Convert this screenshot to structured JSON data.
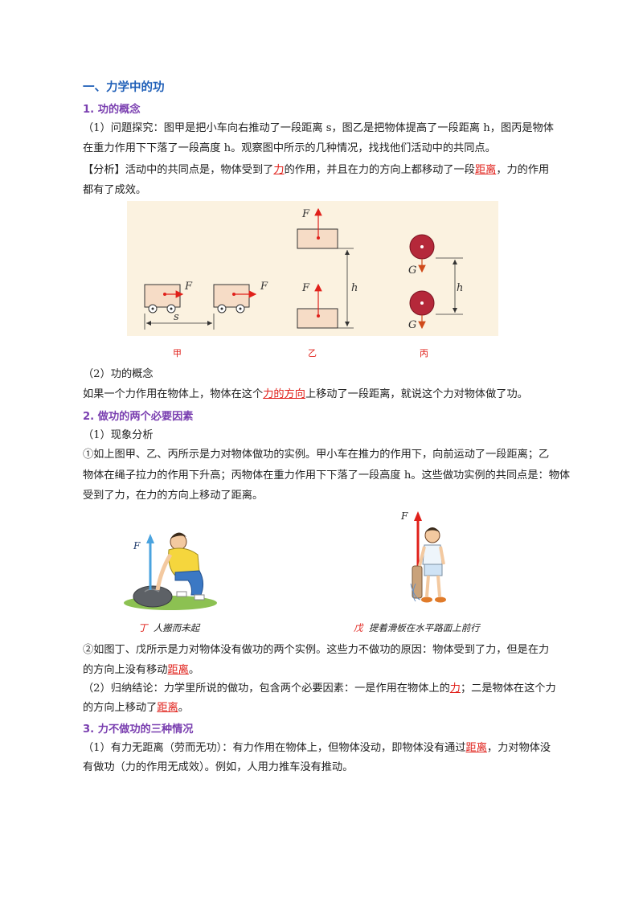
{
  "section_title": "一、力学中的功",
  "s1": {
    "heading": "1. 功的概念",
    "p1_line1": "（1）问题探究：图甲是把小车向右推动了一段距离 s，图乙是把物体提高了一段距离 h，图丙是物体",
    "p1_line2": "在重力作用下下落了一段高度 h。观察图中所示的几种情况，找找他们活动中的共同点。",
    "analysis_pre": "【分析】活动中的共同点是，物体受到了",
    "analysis_ans1": "力",
    "analysis_mid": "的作用，并且在力的方向上都移动了一段",
    "analysis_ans2": "距离",
    "analysis_post": "，力的作用",
    "analysis_line2": "都有了成效。",
    "fig_labels": {
      "F": "F",
      "s": "s",
      "h": "h",
      "G": "G"
    },
    "captions": [
      "甲",
      "乙",
      "丙"
    ],
    "p2": "（2）功的概念",
    "def_pre": "如果一个力作用在物体上，物体在这个",
    "def_ans": "力的方向",
    "def_post": "上移动了一段距离，就说这个力对物体做了功。"
  },
  "s2": {
    "heading": "2. 做功的两个必要因素",
    "p1": "（1）现象分析",
    "p1a_line1": "①如上图甲、乙、丙所示是力对物体做功的实例。甲小车在推力的作用下，向前运动了一段距离；乙",
    "p1a_line2": "物体在绳子拉力的作用下升高；丙物体在重力作用下下落了一段高度 h。这些做功实例的共同点是：物体",
    "p1a_line3": "受到了力，在力的方向上移动了距离。",
    "cap_ding_label": "丁",
    "cap_ding_text": "人搬而未起",
    "cap_wu_label": "戊",
    "cap_wu_text": "提着滑板在水平路面上前行",
    "p1b_line1": "②如图丁、戊所示是力对物体没有做功的两个实例。这些力不做功的原因：物体受到了力，但是在力",
    "p1b_pre": "的方向上没有移动",
    "p1b_ans": "距离",
    "p1b_post": "。",
    "p2_pre": "（2）归纳结论：力学里所说的做功，包含两个必要因素：一是作用在物体上的",
    "p2_ans1": "力",
    "p2_mid": "；二是物体在这个力",
    "p2_line2_pre": "的方向上移动了",
    "p2_ans2": "距离",
    "p2_line2_post": "。"
  },
  "s3": {
    "heading": "3. 力不做功的三种情况",
    "p1_pre": "（1）有力无距离（劳而无功）：有力作用在物体上，但物体没动，即物体没有通过",
    "p1_ans": "距离",
    "p1_post": "，力对物体没",
    "p1_line2": "有做功（力的作用无成效）。例如，人用力推车没有推动。"
  },
  "colors": {
    "heading_blue": "#1f5fb8",
    "heading_purple": "#7a3fb0",
    "answer_red": "#e0201a",
    "box_fill": "#f6dcc6",
    "ball_fill": "#b5283a",
    "figure_bg": "#fbf2e0"
  }
}
